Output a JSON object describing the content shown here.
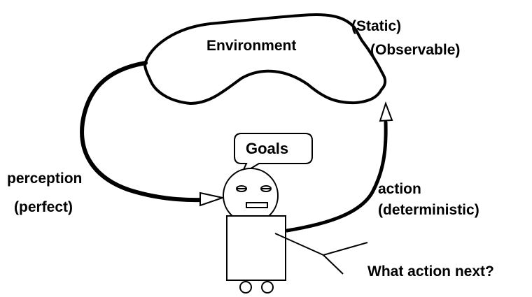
{
  "labels": {
    "environment": "Environment",
    "static": "(Static)",
    "observable": "(Observable)",
    "goals": "Goals",
    "perception": "perception",
    "perfect": "(perfect)",
    "action": "action",
    "deterministic": "(deterministic)",
    "question": "What action next?"
  },
  "colors": {
    "ink": "#000000",
    "background": "#ffffff"
  }
}
